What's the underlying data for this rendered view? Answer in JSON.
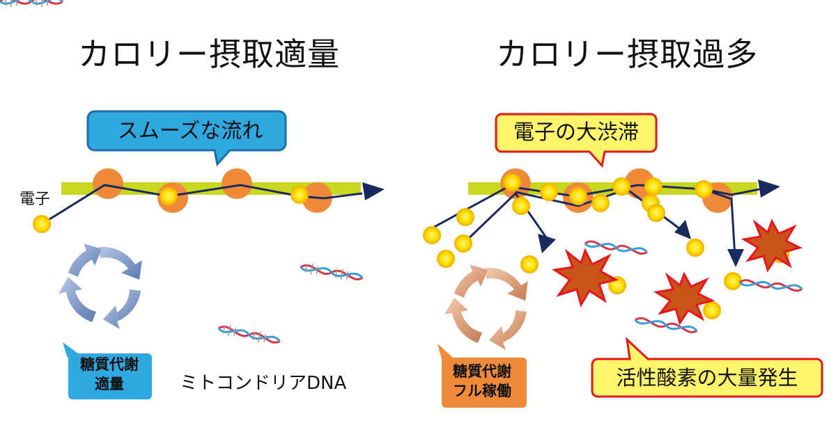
{
  "left": {
    "title": "カロリー摂取適量",
    "flow_callout": "スムーズな流れ",
    "electron_label": "電子",
    "cycle_line1": "糖質代謝",
    "cycle_line2": "適量",
    "dna_label": "ミトコンドリアDNA"
  },
  "right": {
    "title": "カロリー摂取過多",
    "jam_callout": "電子の大渋滞",
    "cycle_line1": "糖質代謝",
    "cycle_line2": "フル稼働",
    "ros_callout": "活性酸素の大量発生"
  },
  "colors": {
    "membrane": "#c8d820",
    "complex": "#ee8a3a",
    "electron": "#f7d300",
    "electron_glow": "#fff27a",
    "arrow": "#1b2a5e",
    "blue_callout": "#2fa8e0",
    "blue_callout_border": "#1c6ea8",
    "yellow_callout_border": "#e8151b",
    "yellow_callout_fill": "#fff56a",
    "orange_box": "#ee8a3a",
    "burst_fill": "#c8541a",
    "burst_edge": "#e8151b",
    "dna_red": "#d8344a",
    "dna_blue": "#3a9bd6"
  }
}
